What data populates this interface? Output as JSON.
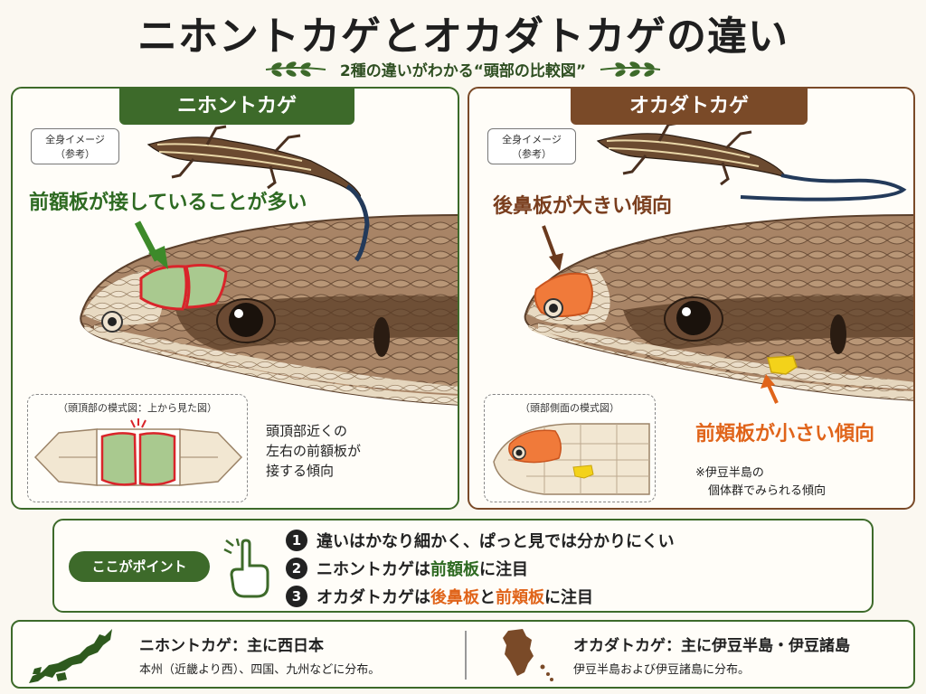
{
  "title": "ニホントカゲとオカダトカゲの違い",
  "subtitle": "2種の違いがわかる“頭部の比較図”",
  "left_panel": {
    "header": "ニホントカゲ",
    "ref_line1": "全身イメージ",
    "ref_line2": "（参考）",
    "callout": "前額板が接していることが多い",
    "schematic_label": "（頭頂部の模式図：上から見た図）",
    "note_line1": "頭頂部近くの",
    "note_line2": "左右の前額板が",
    "note_line3": "接する傾向"
  },
  "right_panel": {
    "header": "オカダトカゲ",
    "ref_line1": "全身イメージ",
    "ref_line2": "（参考）",
    "callout_top": "後鼻板が大きい傾向",
    "callout_bottom": "前頬板が小さい傾向",
    "schematic_label": "（頭部側面の模式図）",
    "note_line1": "※伊豆半島の",
    "note_line2": "個体群でみられる傾向"
  },
  "points": {
    "badge": "ここがポイント",
    "item1_num": "1",
    "item1": "違いはかなり細かく、ぱっと見では分かりにくい",
    "item2_num": "2",
    "item2_a": "ニホントカゲは",
    "item2_b": "前額板",
    "item2_c": "に注目",
    "item3_num": "3",
    "item3_a": "オカダトカゲは",
    "item3_b": "後鼻板",
    "item3_c": "と",
    "item3_d": "前頬板",
    "item3_e": "に注目"
  },
  "distribution": {
    "left_title": "ニホントカゲ：主に西日本",
    "left_desc": "本州（近畿より西）、四国、九州などに分布。",
    "right_title": "オカダトカゲ：主に伊豆半島・伊豆諸島",
    "right_desc": "伊豆半島および伊豆諸島に分布。"
  },
  "colors": {
    "green": "#3d6a2a",
    "brown": "#7a4a28",
    "orange": "#e0641a",
    "highlight_green": "#a9c98f",
    "highlight_red": "#d9242a",
    "highlight_orange": "#f07a3a",
    "highlight_yellow": "#f3d21a"
  },
  "icons": [
    "leaf-branch-icon",
    "lizard-illustration",
    "pointing-hand-icon",
    "japan-map-icon",
    "izu-map-icon"
  ]
}
